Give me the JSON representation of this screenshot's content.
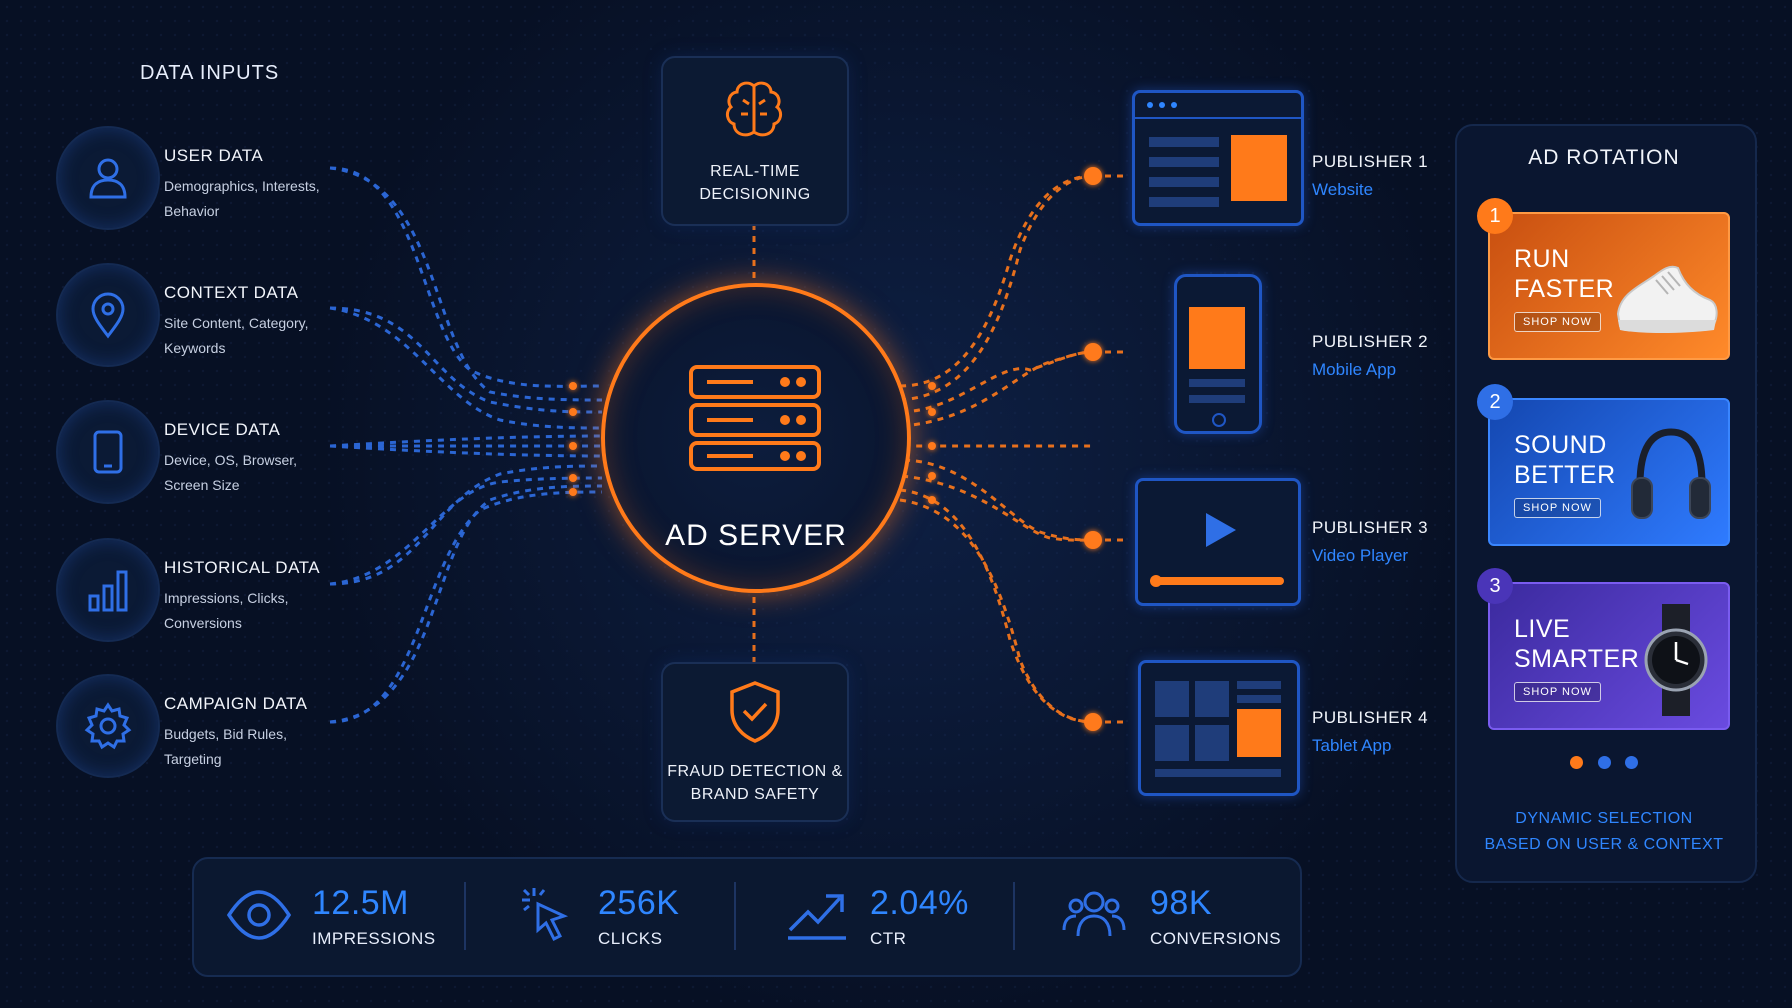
{
  "data_inputs": {
    "title": "DATA INPUTS",
    "items": [
      {
        "title": "USER DATA",
        "desc": "Demographics, Interests, Behavior",
        "icon": "user-icon"
      },
      {
        "title": "CONTEXT DATA",
        "desc": "Site Content, Category, Keywords",
        "icon": "location-pin-icon"
      },
      {
        "title": "DEVICE DATA",
        "desc": "Device, OS, Browser, Screen Size",
        "icon": "tablet-icon"
      },
      {
        "title": "HISTORICAL DATA",
        "desc": "Impressions, Clicks, Conversions",
        "icon": "bar-chart-icon"
      },
      {
        "title": "CAMPAIGN DATA",
        "desc": "Budgets, Bid Rules, Targeting",
        "icon": "gear-icon"
      }
    ]
  },
  "center": {
    "decisioning_label": "REAL-TIME DECISIONING",
    "decisioning_icon": "brain-icon",
    "server_label": "AD SERVER",
    "server_icon": "server-icon",
    "fraud_label": "FRAUD DETECTION & BRAND SAFETY",
    "fraud_icon": "shield-check-icon"
  },
  "publishers": [
    {
      "title": "PUBLISHER 1",
      "type": "Website"
    },
    {
      "title": "PUBLISHER 2",
      "type": "Mobile App"
    },
    {
      "title": "PUBLISHER 3",
      "type": "Video Player"
    },
    {
      "title": "PUBLISHER 4",
      "type": "Tablet App"
    }
  ],
  "ad_rotation": {
    "title": "AD ROTATION",
    "ads": [
      {
        "number": "1",
        "line1": "RUN",
        "line2": "FASTER",
        "button": "SHOP NOW",
        "image": "sneaker-icon"
      },
      {
        "number": "2",
        "line1": "SOUND",
        "line2": "BETTER",
        "button": "SHOP NOW",
        "image": "headphones-icon"
      },
      {
        "number": "3",
        "line1": "LIVE",
        "line2": "SMARTER",
        "button": "SHOP NOW",
        "image": "smartwatch-icon"
      }
    ],
    "active_dot": 1,
    "dot_count": 3,
    "caption_line1": "DYNAMIC SELECTION",
    "caption_line2": "BASED ON USER & CONTEXT"
  },
  "metrics": [
    {
      "value": "12.5M",
      "label": "IMPRESSIONS",
      "icon": "eye-icon"
    },
    {
      "value": "256K",
      "label": "CLICKS",
      "icon": "cursor-click-icon"
    },
    {
      "value": "2.04%",
      "label": "CTR",
      "icon": "trend-up-icon"
    },
    {
      "value": "98K",
      "label": "CONVERSIONS",
      "icon": "users-icon"
    }
  ],
  "colors": {
    "background": "#071024",
    "accent_orange": "#ff7a1a",
    "accent_blue": "#2f86ff",
    "card_blue": "#1f56c4",
    "ad1": "#e8661c",
    "ad2": "#1e5fd6",
    "ad3": "#4a35b8"
  }
}
